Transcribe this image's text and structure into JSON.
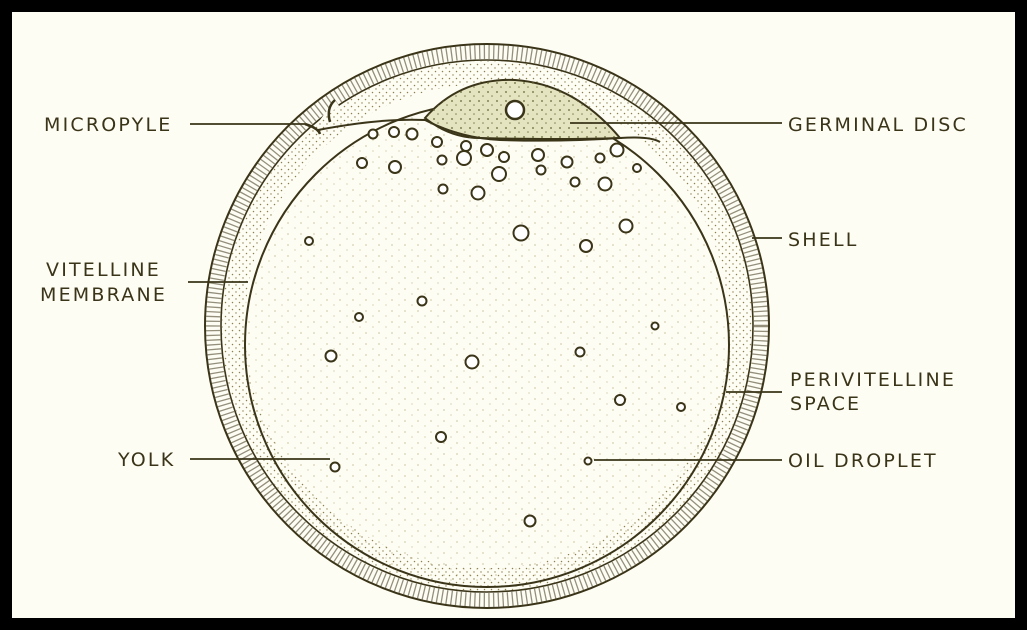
{
  "colors": {
    "frame": "#000000",
    "paper": "#fefdf4",
    "ink": "#3a3418",
    "stipple": "#8a8050",
    "germinal_fill": "#e4e4c0"
  },
  "labels": {
    "micropyle": "MICROPYLE",
    "germinal_disc": "GERMINAL DISC",
    "shell": "SHELL",
    "vitelline_1": "VITELLINE",
    "vitelline_2": "MEMBRANE",
    "perivitelline_1": "PERIVITELLINE",
    "perivitelline_2": "SPACE",
    "yolk": "YOLK",
    "oil_droplet": "OIL DROPLET"
  }
}
